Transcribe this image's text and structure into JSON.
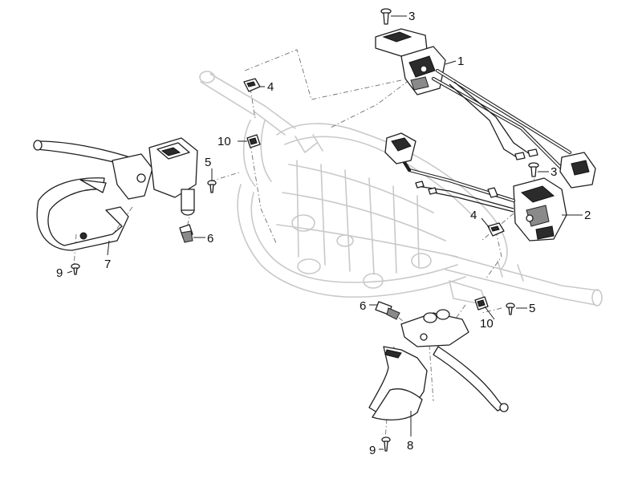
{
  "callouts": {
    "c1": "1",
    "c2": "2",
    "c3a": "3",
    "c3b": "3",
    "c4a": "4",
    "c4b": "4",
    "c5a": "5",
    "c5b": "5",
    "c6a": "6",
    "c6b": "6",
    "c7": "7",
    "c8": "8",
    "c9a": "9",
    "c9b": "9",
    "c10a": "10",
    "c10b": "10"
  }
}
